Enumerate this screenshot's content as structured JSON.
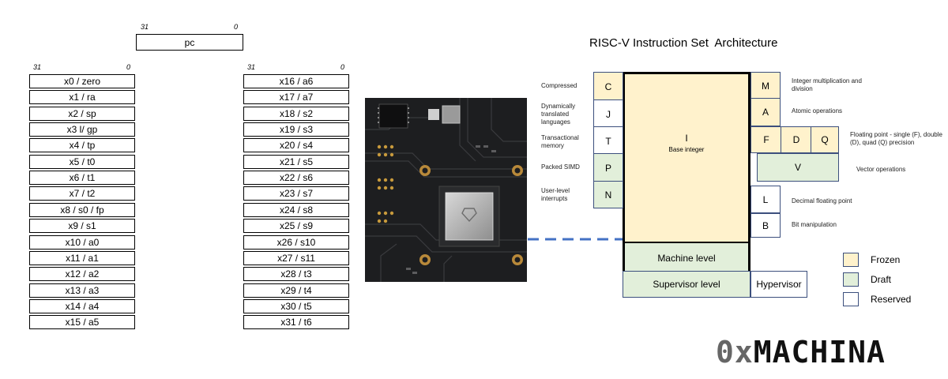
{
  "pc": {
    "label": "pc",
    "bit_high": "31",
    "bit_low": "0"
  },
  "registers_left": {
    "bit_high": "31",
    "bit_low": "0",
    "items": [
      "x0 / zero",
      "x1 / ra",
      "x2 / sp",
      "x3 l/ gp",
      "x4 / tp",
      "x5 / t0",
      "x6 / t1",
      "x7 / t2",
      "x8 / s0 / fp",
      "x9 / s1",
      "x10 / a0",
      "x11 / a1",
      "x12 / a2",
      "x13 / a3",
      "x14 / a4",
      "x15 / a5"
    ]
  },
  "registers_right": {
    "bit_high": "31",
    "bit_low": "0",
    "items": [
      "x16 / a6",
      "x17 / a7",
      "x18 / s2",
      "x19 / s3",
      "x20 / s4",
      "x21 / s5",
      "x22 / s6",
      "x23 / s7",
      "x24 / s8",
      "x25 / s9",
      "x26 / s10",
      "x27 / s11",
      "x28 / t3",
      "x29 / t4",
      "x30 / t5",
      "x31 / t6"
    ]
  },
  "isa": {
    "title": "RISC-V Instruction Set  Architecture",
    "base": {
      "letter": "I",
      "label": "Base integer"
    },
    "machine_level": "Machine level",
    "supervisor_level": "Supervisor level",
    "hypervisor": "Hypervisor",
    "left_extensions": [
      {
        "letter": "C",
        "desc": "Compressed",
        "status": "frozen"
      },
      {
        "letter": "J",
        "desc": "Dynamically translated languages",
        "status": "reserved"
      },
      {
        "letter": "T",
        "desc": "Transactional memory",
        "status": "reserved"
      },
      {
        "letter": "P",
        "desc": "Packed SIMD",
        "status": "draft"
      },
      {
        "letter": "N",
        "desc": "User-level interrupts",
        "status": "draft"
      }
    ],
    "right_extensions": {
      "M": {
        "letter": "M",
        "desc": "Integer multiplication and division",
        "status": "frozen"
      },
      "A": {
        "letter": "A",
        "desc": "Atomic operations",
        "status": "frozen"
      },
      "F": {
        "letter": "F",
        "status": "frozen"
      },
      "D": {
        "letter": "D",
        "status": "frozen"
      },
      "Q": {
        "letter": "Q",
        "status": "frozen"
      },
      "FDQ_desc": "Floating point - single (F), double (D), quad (Q) precision",
      "V": {
        "letter": "V",
        "desc": "Vector operations",
        "status": "draft"
      },
      "L": {
        "letter": "L",
        "desc": "Decimal floating point",
        "status": "reserved"
      },
      "B": {
        "letter": "B",
        "desc": "Bit manipulation",
        "status": "reserved"
      }
    },
    "legend": [
      {
        "label": "Frozen",
        "status": "frozen"
      },
      {
        "label": "Draft",
        "status": "draft"
      },
      {
        "label": "Reserved",
        "status": "reserved"
      }
    ],
    "colors": {
      "frozen": "#fff2cc",
      "draft": "#e2efda",
      "reserved": "#ffffff",
      "border": "#3c4f7d",
      "connector": "#4472c4"
    }
  },
  "logo": {
    "prefix": "0x",
    "name": "MACHINA"
  }
}
